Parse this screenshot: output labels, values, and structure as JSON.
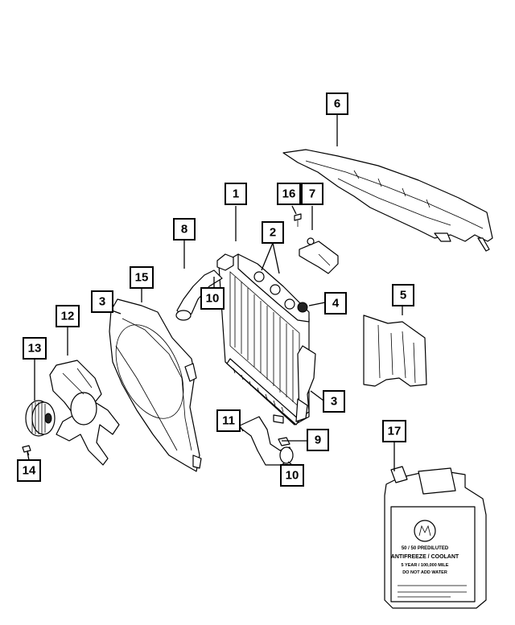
{
  "callouts": {
    "c1": "1",
    "c2": "2",
    "c3a": "3",
    "c3b": "3",
    "c4": "4",
    "c5": "5",
    "c6": "6",
    "c7": "7",
    "c8": "8",
    "c9": "9",
    "c10a": "10",
    "c10b": "10",
    "c11": "11",
    "c12": "12",
    "c13": "13",
    "c14": "14",
    "c15": "15",
    "c16": "16",
    "c17": "17"
  },
  "coolant_jug_label": {
    "brand": "MOPAR",
    "line1": "50 / 50 PREDILUTED",
    "line2": "ANTIFREEZE / COOLANT",
    "line3": "5 YEAR / 100,000 MILE",
    "line4": "DO NOT ADD WATER"
  }
}
